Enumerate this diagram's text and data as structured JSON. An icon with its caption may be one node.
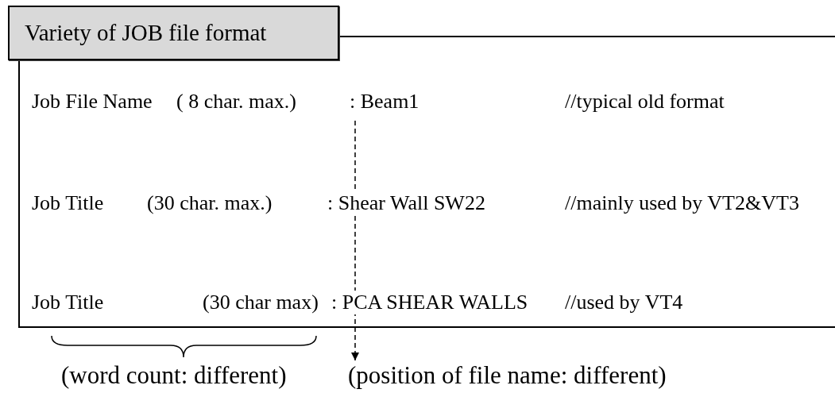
{
  "diagram": {
    "nodes": [
      {
        "text": [
          "Variety of JOB file format"
        ]
      },
      {
        "text": [],
        "shape": "box"
      },
      {
        "text": [
          "(position of file name: different)"
        ]
      }
    ],
    "edges": [
      {
        "from": 1,
        "to": 2,
        "arrow": "to",
        "style": "dashed"
      }
    ],
    "labels": [
      "Job File Name",
      "( 8 char. max.)",
      ": Beam1",
      "//typical old format",
      "Job Title",
      "(30 char. max.)",
      ": Shear Wall SW22",
      "//mainly used by VT2&VT3",
      "Job Title",
      "(30 char max)",
      ": PCA SHEAR WALLS",
      "//used by VT4",
      "(word count: different)"
    ]
  }
}
